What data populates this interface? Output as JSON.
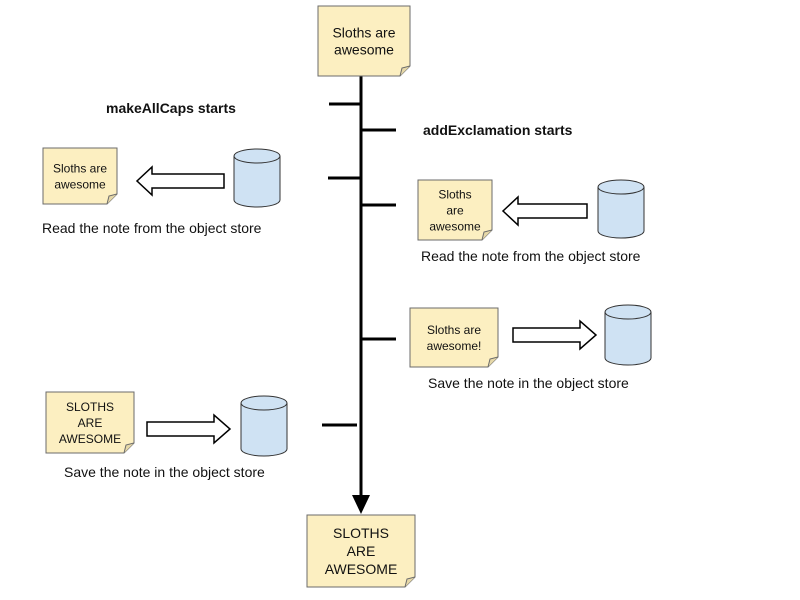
{
  "colors": {
    "note_fill": "#FCEFC1",
    "note_stroke": "#6B6B6B",
    "cylinder_fill": "#CFE2F3",
    "line": "#000000"
  },
  "notes": {
    "top": [
      "Sloths are",
      "awesome"
    ],
    "left_read": [
      "Sloths are",
      "awesome"
    ],
    "right_read": [
      "Sloths",
      "are",
      "awesome"
    ],
    "right_save": [
      "Sloths are",
      "awesome!"
    ],
    "left_save": [
      "SLOTHS",
      "ARE",
      "AWESOME"
    ],
    "bottom": [
      "SLOTHS",
      "ARE",
      "AWESOME"
    ]
  },
  "headings": {
    "make_all_caps": "makeAllCaps starts",
    "add_exclamation": "addExclamation starts"
  },
  "labels": {
    "left_read": "Read the note from the object store",
    "right_read": "Read the note from the object store",
    "right_save": "Save the note in the object store",
    "left_save": "Save the note in the object store"
  },
  "icons": {
    "object_store": "cylinder-icon",
    "read_arrow": "arrow-left-icon",
    "save_arrow": "arrow-right-icon"
  }
}
